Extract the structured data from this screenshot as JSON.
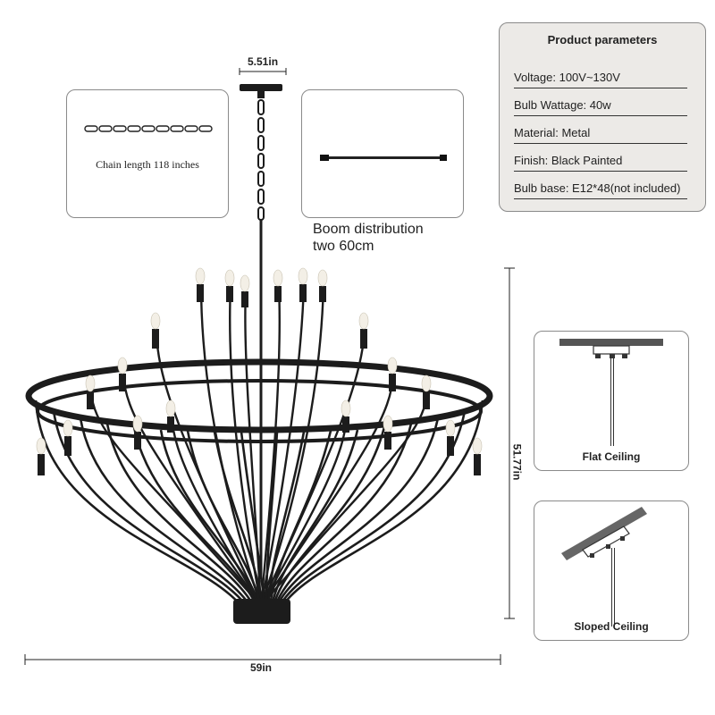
{
  "product_parameters": {
    "title": "Product parameters",
    "rows": [
      "Voltage: 100V~130V",
      "Bulb Wattage: 40w",
      "Material: Metal",
      "Finish: Black Painted",
      "Bulb base: E12*48(not included)"
    ]
  },
  "chain": {
    "label": "Chain length 118 inches"
  },
  "boom": {
    "line1": "Boom distribution",
    "line2": "two 60cm"
  },
  "dimensions": {
    "canopy": "5.51in",
    "height": "51.77in",
    "width": "59in"
  },
  "ceilings": {
    "flat": "Flat Ceiling",
    "sloped": "Sloped Ceiling"
  },
  "colors": {
    "panel_bg": "#eceae7",
    "fixture": "#1c1c1c",
    "bulb": "#f3efe6"
  }
}
